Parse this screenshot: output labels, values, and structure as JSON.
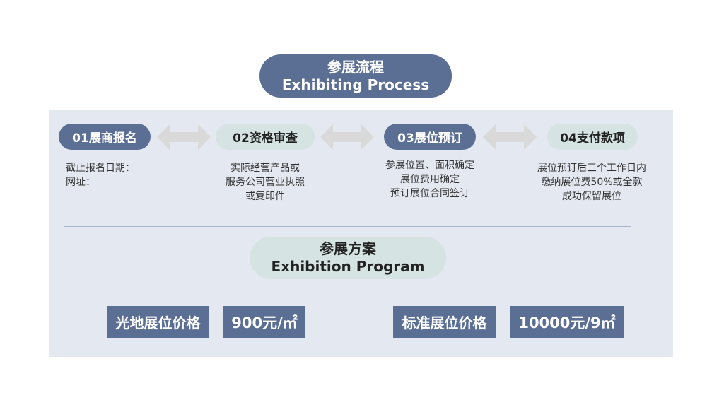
{
  "header": {
    "title_cn": "参展流程",
    "title_en": "Exhibiting Process"
  },
  "steps": [
    {
      "label": "01展商报名",
      "lines": [
        "截止报名日期：",
        "网址："
      ]
    },
    {
      "label": "02资格审查",
      "lines": [
        "实际经营产品或",
        "服务公司营业执照",
        "或复印件"
      ]
    },
    {
      "label": "03展位预订",
      "lines": [
        "参展位置、面积确定",
        "展位费用确定",
        "预订展位合同签订"
      ]
    },
    {
      "label": "04支付款项",
      "lines": [
        "展位预订后三个工作日内",
        "缴纳展位费50%或全款",
        "成功保留展位"
      ]
    }
  ],
  "program": {
    "title_cn": "参展方案",
    "title_en": "Exhibition Program"
  },
  "pricing": {
    "raw_space_label": "光地展位价格",
    "raw_space_price": "900元/㎡",
    "standard_booth_label": "标准展位价格",
    "standard_booth_price": "10000元/9㎡"
  },
  "colors": {
    "dark_blue": "#5b6f95",
    "light_teal": "#d6e3e3",
    "panel_bg": "#e4e8f1",
    "arrow_gray": "#d9d9d9"
  }
}
